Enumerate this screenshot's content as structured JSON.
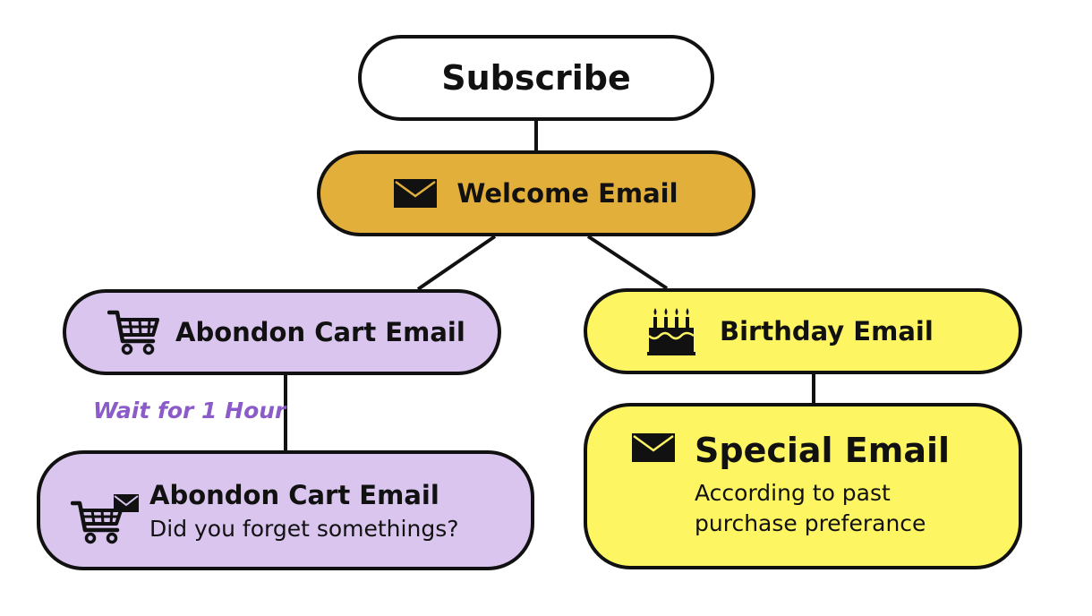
{
  "nodes": {
    "subscribe": {
      "title": "Subscribe"
    },
    "welcome": {
      "title": "Welcome Email",
      "icon": "envelope-icon"
    },
    "abandon_cart": {
      "title": "Abondon Cart Email",
      "icon": "shopping-cart-icon"
    },
    "birthday": {
      "title": "Birthday Email",
      "icon": "birthday-cake-icon"
    },
    "abandon_cart_followup": {
      "title": "Abondon Cart Email",
      "description": "Did you forget somethings?",
      "icon": "cart-envelope-icon"
    },
    "special": {
      "title": "Special Email",
      "description_lines": [
        "According to past",
        "purchase preferance"
      ],
      "icon": "envelope-icon"
    }
  },
  "edges": [
    {
      "from": "subscribe",
      "to": "welcome"
    },
    {
      "from": "welcome",
      "to": "abandon_cart"
    },
    {
      "from": "welcome",
      "to": "birthday"
    },
    {
      "from": "abandon_cart",
      "to": "abandon_cart_followup",
      "label": "Wait for 1 Hour"
    },
    {
      "from": "birthday",
      "to": "special"
    }
  ],
  "colors": {
    "subscribe": "#ffffff",
    "welcome": "#e3af3b",
    "abandon": "#d9c5ee",
    "birthday": "#fdf562",
    "edge_label": "#8b5cc9",
    "outline": "#111111"
  }
}
